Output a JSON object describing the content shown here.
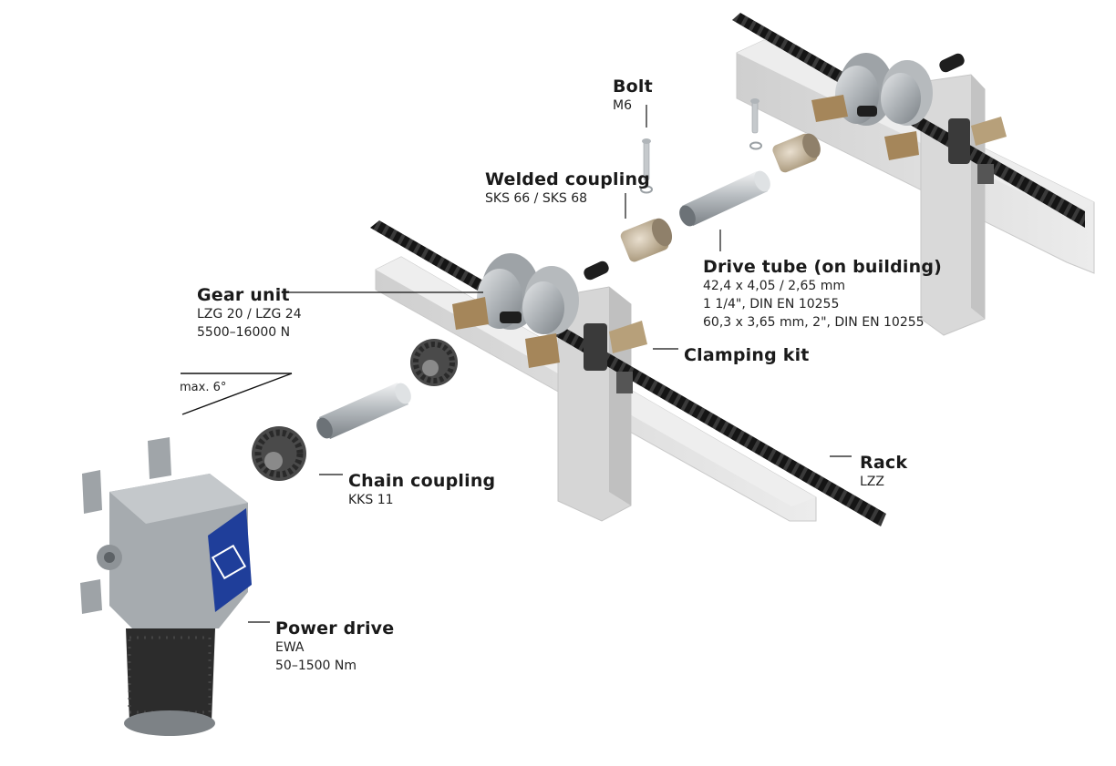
{
  "labels": {
    "bolt": {
      "title": "Bolt",
      "lines": [
        "M6"
      ]
    },
    "welded_coupling": {
      "title": "Welded coupling",
      "lines": [
        "SKS 66 / SKS 68"
      ]
    },
    "gear_unit": {
      "title": "Gear unit",
      "lines": [
        "LZG 20 / LZG 24",
        "5500–16000 N"
      ]
    },
    "drive_tube": {
      "title": "Drive tube (on building)",
      "lines": [
        "42,4 x 4,05 / 2,65 mm",
        "1 1/4\", DIN EN 10255",
        "60,3 x 3,65 mm, 2\", DIN EN 10255"
      ]
    },
    "clamping_kit": {
      "title": "Clamping kit",
      "lines": []
    },
    "rack": {
      "title": "Rack",
      "lines": [
        "LZZ"
      ]
    },
    "chain_coupling": {
      "title": "Chain coupling",
      "lines": [
        "KKS 11"
      ]
    },
    "power_drive": {
      "title": "Power drive",
      "lines": [
        "EWA",
        "50–1500 Nm"
      ]
    }
  },
  "angle": {
    "text": "max. 6°"
  },
  "colors": {
    "rack": "#1b1b1b",
    "profile": "#dcdcdc",
    "metal": "#a9aeb2",
    "bracket": "#b08a5a",
    "motor_cover": "#1f3e9a"
  }
}
